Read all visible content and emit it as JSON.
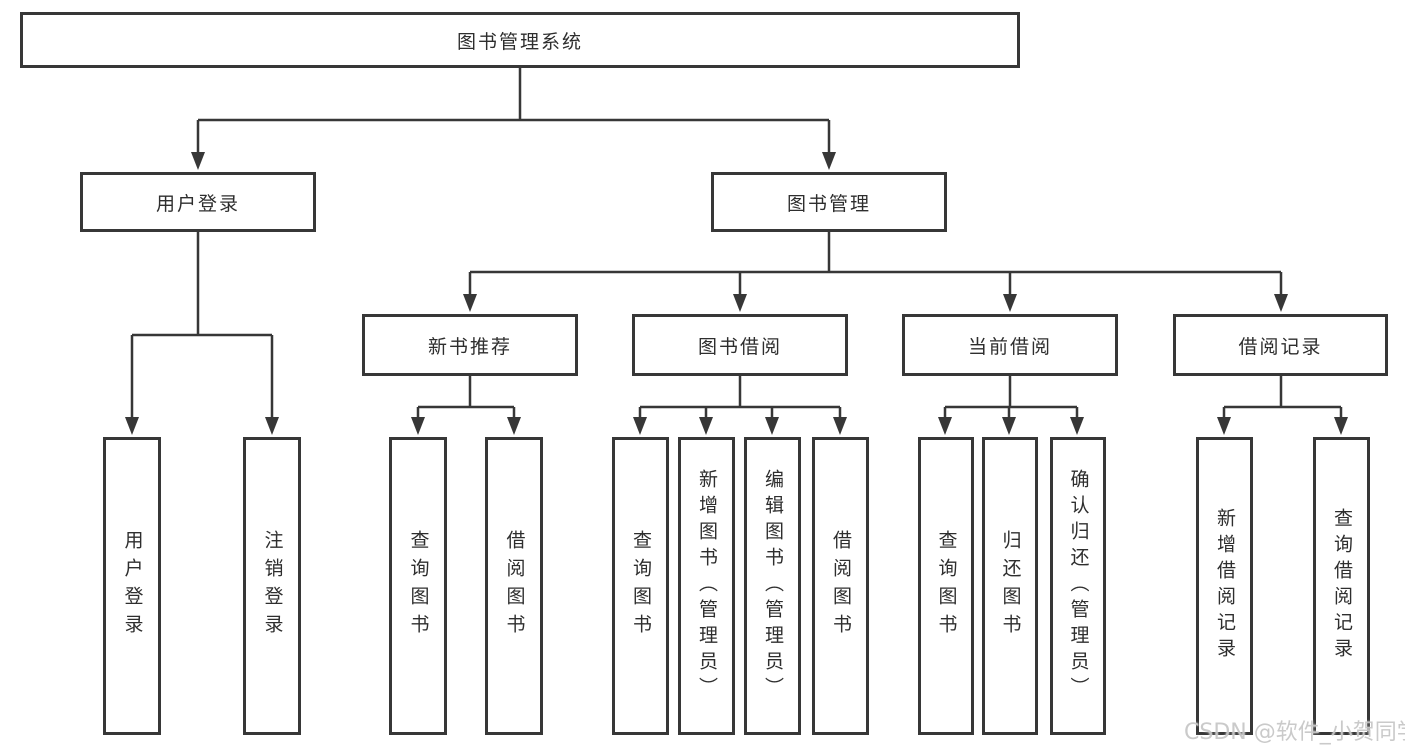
{
  "diagram": {
    "root": {
      "label": "图书管理系统"
    },
    "branches": [
      {
        "label": "用户登录",
        "children": [
          {
            "label": "用户登录"
          },
          {
            "label": "注销登录"
          }
        ]
      },
      {
        "label": "图书管理",
        "children": [
          {
            "label": "新书推荐",
            "children": [
              {
                "label": "查询图书"
              },
              {
                "label": "借阅图书"
              }
            ]
          },
          {
            "label": "图书借阅",
            "children": [
              {
                "label": "查询图书"
              },
              {
                "label": "新增图书（管理员）"
              },
              {
                "label": "编辑图书（管理员）"
              },
              {
                "label": "借阅图书"
              }
            ]
          },
          {
            "label": "当前借阅",
            "children": [
              {
                "label": "查询图书"
              },
              {
                "label": "归还图书"
              },
              {
                "label": "确认归还（管理员）"
              }
            ]
          },
          {
            "label": "借阅记录",
            "children": [
              {
                "label": "新增借阅记录"
              },
              {
                "label": "查询借阅记录"
              }
            ]
          }
        ]
      }
    ]
  },
  "watermark": {
    "text": "CSDN @软件_小贺同学"
  },
  "colors": {
    "line": "#373737",
    "box_border": "#373737",
    "text": "#2e2e2e",
    "watermark": "#c8c8c8",
    "background": "#ffffff"
  }
}
